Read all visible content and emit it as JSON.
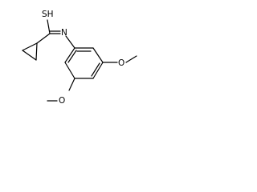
{
  "molecule": {
    "labels": {
      "thiol": "SH",
      "imine_nitrogen": "N",
      "methoxy_top_oxygen": "O",
      "methoxy_bottom_oxygen": "O"
    }
  }
}
